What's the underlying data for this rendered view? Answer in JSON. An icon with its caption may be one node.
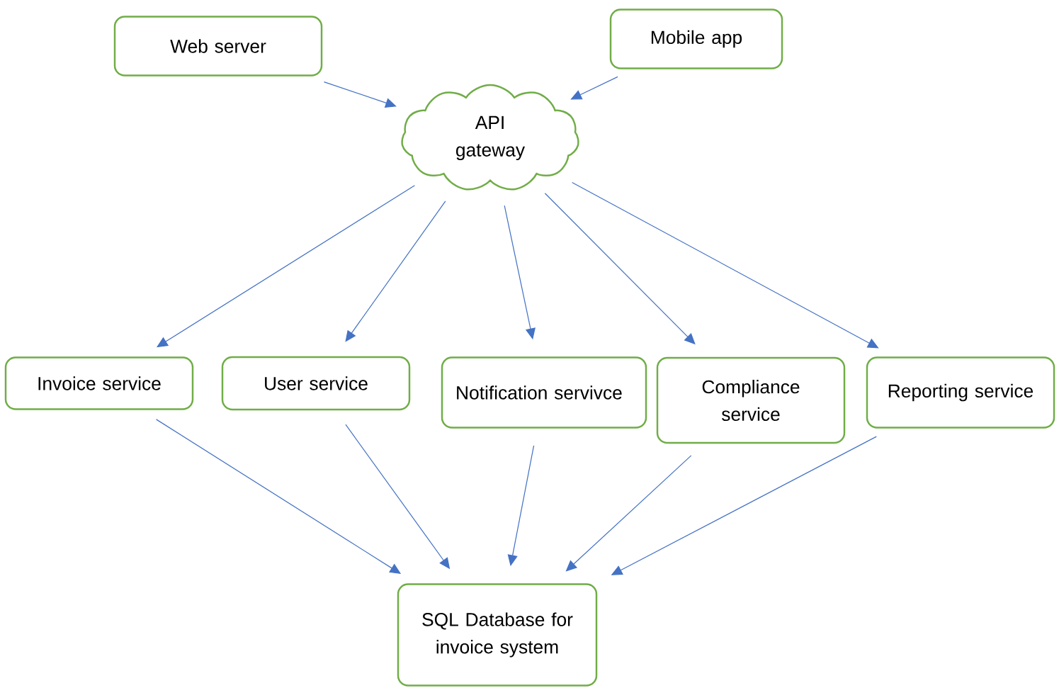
{
  "diagram": {
    "nodes": [
      {
        "text": [
          "Web server"
        ]
      },
      {
        "text": [
          "Mobile app"
        ]
      },
      {
        "text": [
          "API gateway"
        ]
      },
      {
        "text": [
          "Invoice service"
        ]
      },
      {
        "text": [
          "User service"
        ]
      },
      {
        "text": [
          "Notification servivce"
        ]
      },
      {
        "text": [
          "Compliance service"
        ]
      },
      {
        "text": [
          "Reporting service"
        ]
      },
      {
        "text": [
          "SQL Database for invoice system"
        ]
      }
    ],
    "edges": [
      {
        "from": 0,
        "to": 2,
        "arrow": "to"
      },
      {
        "from": 1,
        "to": 2,
        "arrow": "to"
      },
      {
        "from": 2,
        "to": 3,
        "arrow": "to"
      },
      {
        "from": 2,
        "to": 4,
        "arrow": "to"
      },
      {
        "from": 2,
        "to": 5,
        "arrow": "to"
      },
      {
        "from": 2,
        "to": 6,
        "arrow": "to"
      },
      {
        "from": 2,
        "to": 7,
        "arrow": "to"
      },
      {
        "from": 3,
        "to": 8,
        "arrow": "to"
      },
      {
        "from": 4,
        "to": 8,
        "arrow": "to"
      },
      {
        "from": 5,
        "to": 8,
        "arrow": "to"
      },
      {
        "from": 6,
        "to": 8,
        "arrow": "to"
      },
      {
        "from": 7,
        "to": 8,
        "arrow": "to"
      }
    ]
  }
}
